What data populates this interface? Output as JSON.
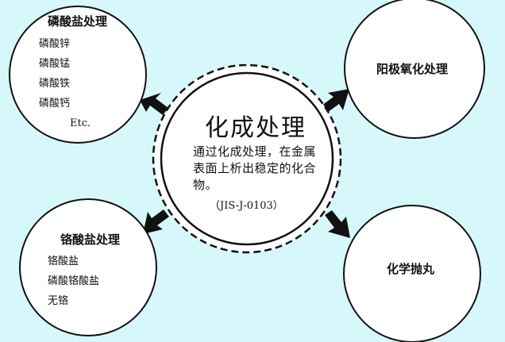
{
  "center": {
    "title": "化成处理",
    "description": "通过化成处理，在金属表面上析出稳定的化合物。",
    "code": "（JIS-J-0103）"
  },
  "phosphate": {
    "title": "磷酸盐处理",
    "items": [
      "磷酸锌",
      "磷酸锰",
      "磷酸铁",
      "磷酸钙",
      "Etc."
    ]
  },
  "anodize": {
    "title": "阳极氧化处理"
  },
  "chromate": {
    "title": "铬酸盐处理",
    "items": [
      "铬酸盐",
      "磷酸铬酸盐",
      "无铬"
    ]
  },
  "chempolish": {
    "title": "化学抛丸"
  },
  "colors": {
    "background": "#d6f8fb",
    "circle_fill": "#ffffff",
    "stroke": "#111111",
    "arrow": "#111111"
  }
}
